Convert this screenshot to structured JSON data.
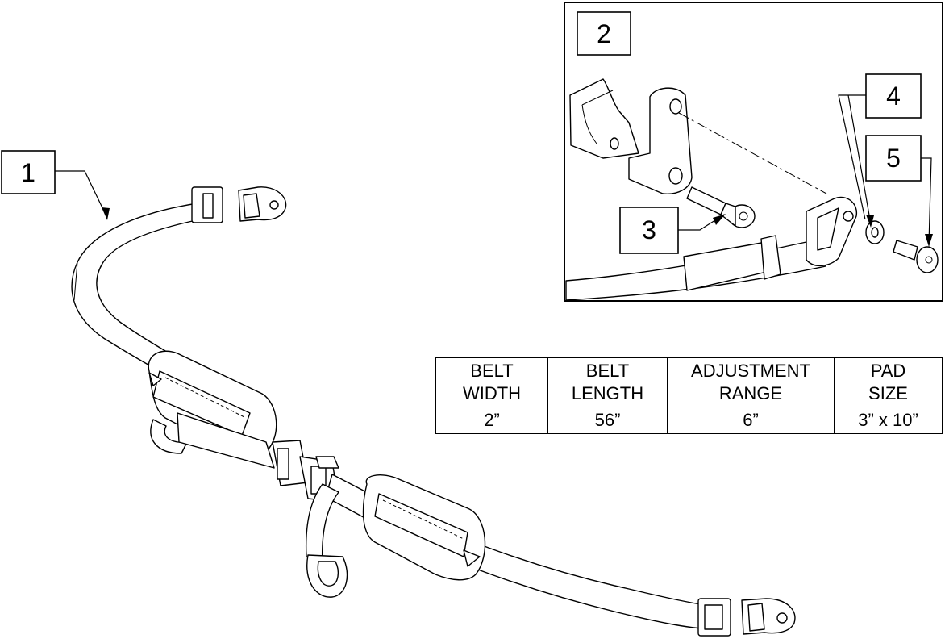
{
  "callouts": [
    {
      "id": "1",
      "label": "1"
    },
    {
      "id": "2",
      "label": "2"
    },
    {
      "id": "3",
      "label": "3"
    },
    {
      "id": "4",
      "label": "4"
    },
    {
      "id": "5",
      "label": "5"
    }
  ],
  "spec_table": {
    "headers": [
      {
        "line1": "BELT",
        "line2": "WIDTH"
      },
      {
        "line1": "BELT",
        "line2": "LENGTH"
      },
      {
        "line1": "ADJUSTMENT",
        "line2": "RANGE"
      },
      {
        "line1": "PAD",
        "line2": "SIZE"
      }
    ],
    "values": [
      "2”",
      "56”",
      "6”",
      "3” x 10”"
    ]
  }
}
